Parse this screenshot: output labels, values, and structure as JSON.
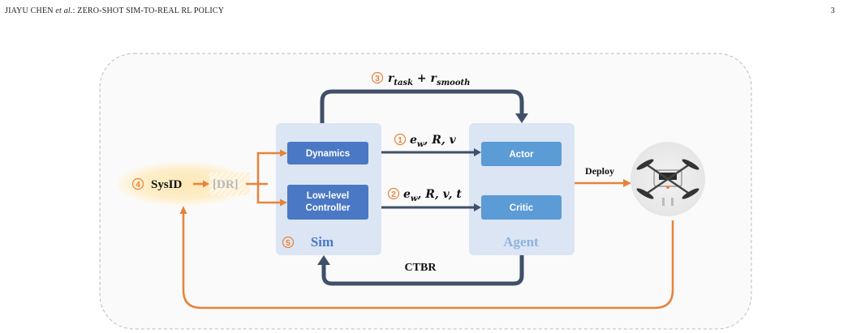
{
  "header": {
    "running_head_prefix": "JIAYU CHEN ",
    "running_head_italic": "et al.",
    "running_head_suffix": ": ZERO-SHOT SIM-TO-REAL RL POLICY",
    "page_number": "3"
  },
  "diagram": {
    "colors": {
      "orange": "#e8823a",
      "dark_arrow": "#3f5068",
      "panel_fill": "#dbe5f4",
      "box_dark": "#4a78c4",
      "box_light": "#5b9bd6",
      "sysid_glow": "#fdedc6",
      "frame": "#bbbbbb"
    },
    "sim_block": {
      "label": "Sim",
      "badge": "5",
      "dynamics_label": "Dynamics",
      "controller_label_line1": "Low-level",
      "controller_label_line2": "Controller"
    },
    "agent_block": {
      "label": "Agent",
      "actor_label": "Actor",
      "critic_label": "Critic"
    },
    "sysid": {
      "badge": "4",
      "label": "SysID",
      "dr_label": "[DR]"
    },
    "reward_arrow": {
      "badge": "3",
      "r": "r",
      "task_sub": "task",
      "plus": " + ",
      "smooth_sub": "smooth"
    },
    "actor_input": {
      "badge": "1",
      "e": "e",
      "w_sub": "w",
      "rest": ", R, v"
    },
    "critic_input": {
      "badge": "2",
      "e": "e",
      "w_sub": "w",
      "rest": ", R, v, t"
    },
    "action_label": "CTBR",
    "deploy_label": "Deploy",
    "drone_icon": "quadrotor-drone-icon"
  }
}
